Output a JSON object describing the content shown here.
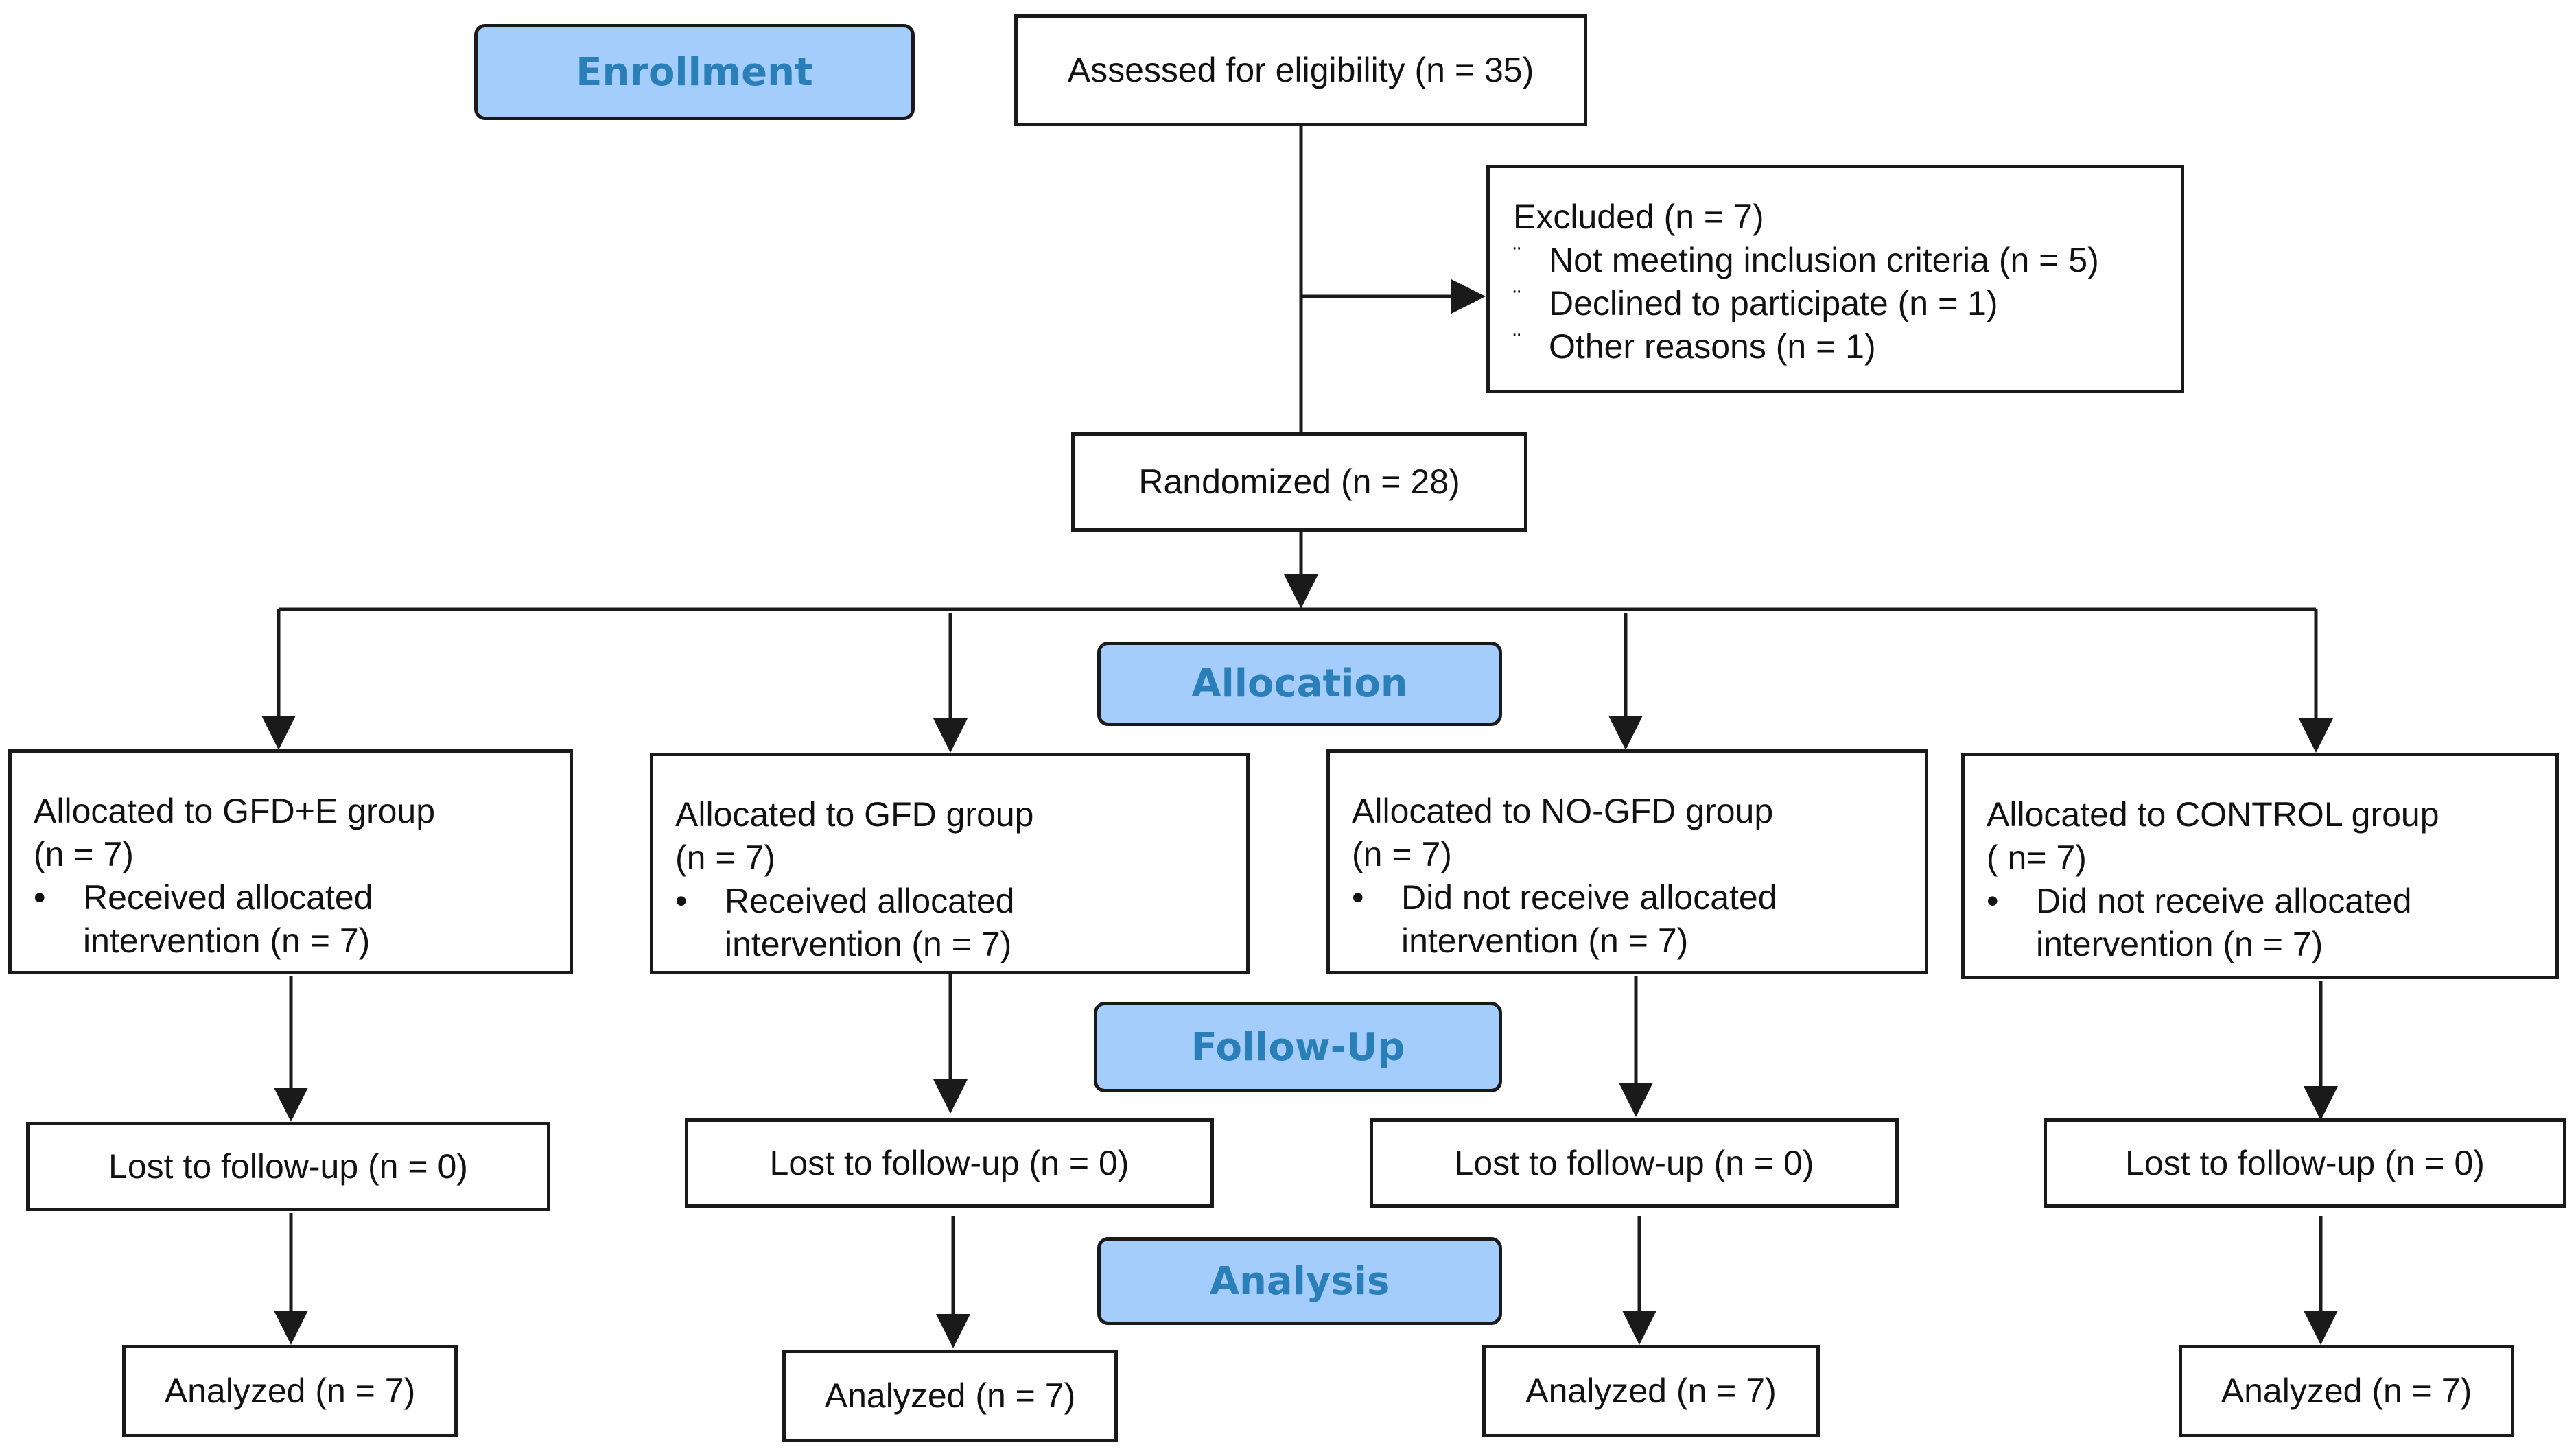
{
  "stages": {
    "enrollment": "Enrollment",
    "allocation": "Allocation",
    "follow_up": "Follow-Up",
    "analysis": "Analysis"
  },
  "assessed": "Assessed for eligibility (n = 35)",
  "excluded": {
    "title": "Excluded  (n = 7)",
    "reasons": [
      {
        "mark": "¨",
        "text": " Not meeting inclusion criteria (n = 5)"
      },
      {
        "mark": "¨",
        "text": " Declined to participate (n = 1)"
      },
      {
        "mark": "¨",
        "text": "Other reasons (n = 1)"
      }
    ]
  },
  "randomized": "Randomized (n = 28)",
  "groups": [
    {
      "allocated_line1": "Allocated to GFD+E group",
      "allocated_line2": "(n = 7)",
      "bullet": "•",
      "intervention_line1": "Received allocated",
      "intervention_line2": "intervention (n = 7)",
      "lost": "Lost to follow-up (n = 0)",
      "analyzed": "Analyzed  (n = 7)"
    },
    {
      "allocated_line1": "Allocated to GFD group",
      "allocated_line2": "(n = 7)",
      "bullet": "•",
      "intervention_line1": "Received allocated",
      "intervention_line2": "intervention (n = 7)",
      "lost": "Lost to follow-up (n = 0)",
      "analyzed": "Analyzed  (n = 7)"
    },
    {
      "allocated_line1": "Allocated to NO-GFD group",
      "allocated_line2": "(n = 7)",
      "bullet": "•",
      "intervention_line1": "Did not receive allocated",
      "intervention_line2": "intervention (n = 7)",
      "lost": "Lost to follow-up (n = 0)",
      "analyzed": "Analyzed  (n = 7)"
    },
    {
      "allocated_line1": "Allocated to CONTROL group",
      "allocated_line2": "( n= 7)",
      "bullet": "•",
      "intervention_line1": "Did not receive allocated",
      "intervention_line2": "intervention (n = 7)",
      "lost": "Lost to follow-up (n = 0)",
      "analyzed": "Analyzed  (n = 7)"
    }
  ],
  "colors": {
    "stage_fill": "#a5cdfb",
    "stage_text": "#2a7fb8",
    "line": "#1a1a1a"
  }
}
